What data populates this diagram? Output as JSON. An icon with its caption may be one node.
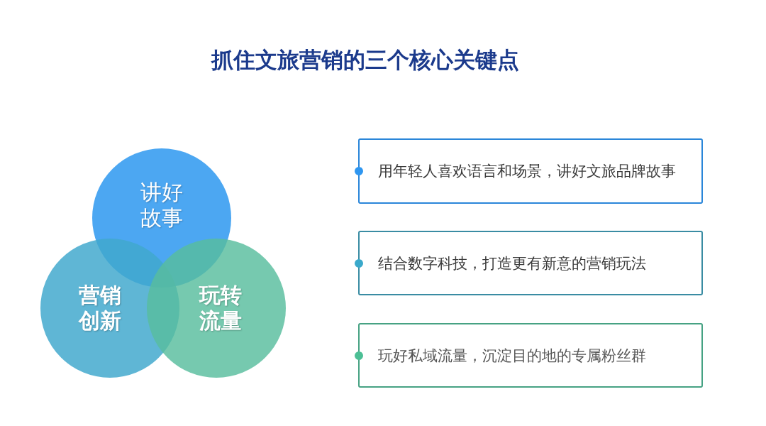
{
  "diagram": {
    "title": "抓住文旅营销的三个核心关键点",
    "nodes": [
      {
        "text": [
          "讲好故事"
        ]
      },
      {
        "text": [
          "营销创新"
        ]
      },
      {
        "text": [
          "玩转流量"
        ]
      },
      {
        "text": [
          "用年轻人喜欢语言和场景，讲好文旅品牌故事"
        ]
      },
      {
        "text": [
          "结合数字科技，打造更有新意的营销玩法"
        ]
      },
      {
        "text": [
          "玩好私域流量，沉淀目的地的专属粉丝群"
        ]
      }
    ]
  }
}
